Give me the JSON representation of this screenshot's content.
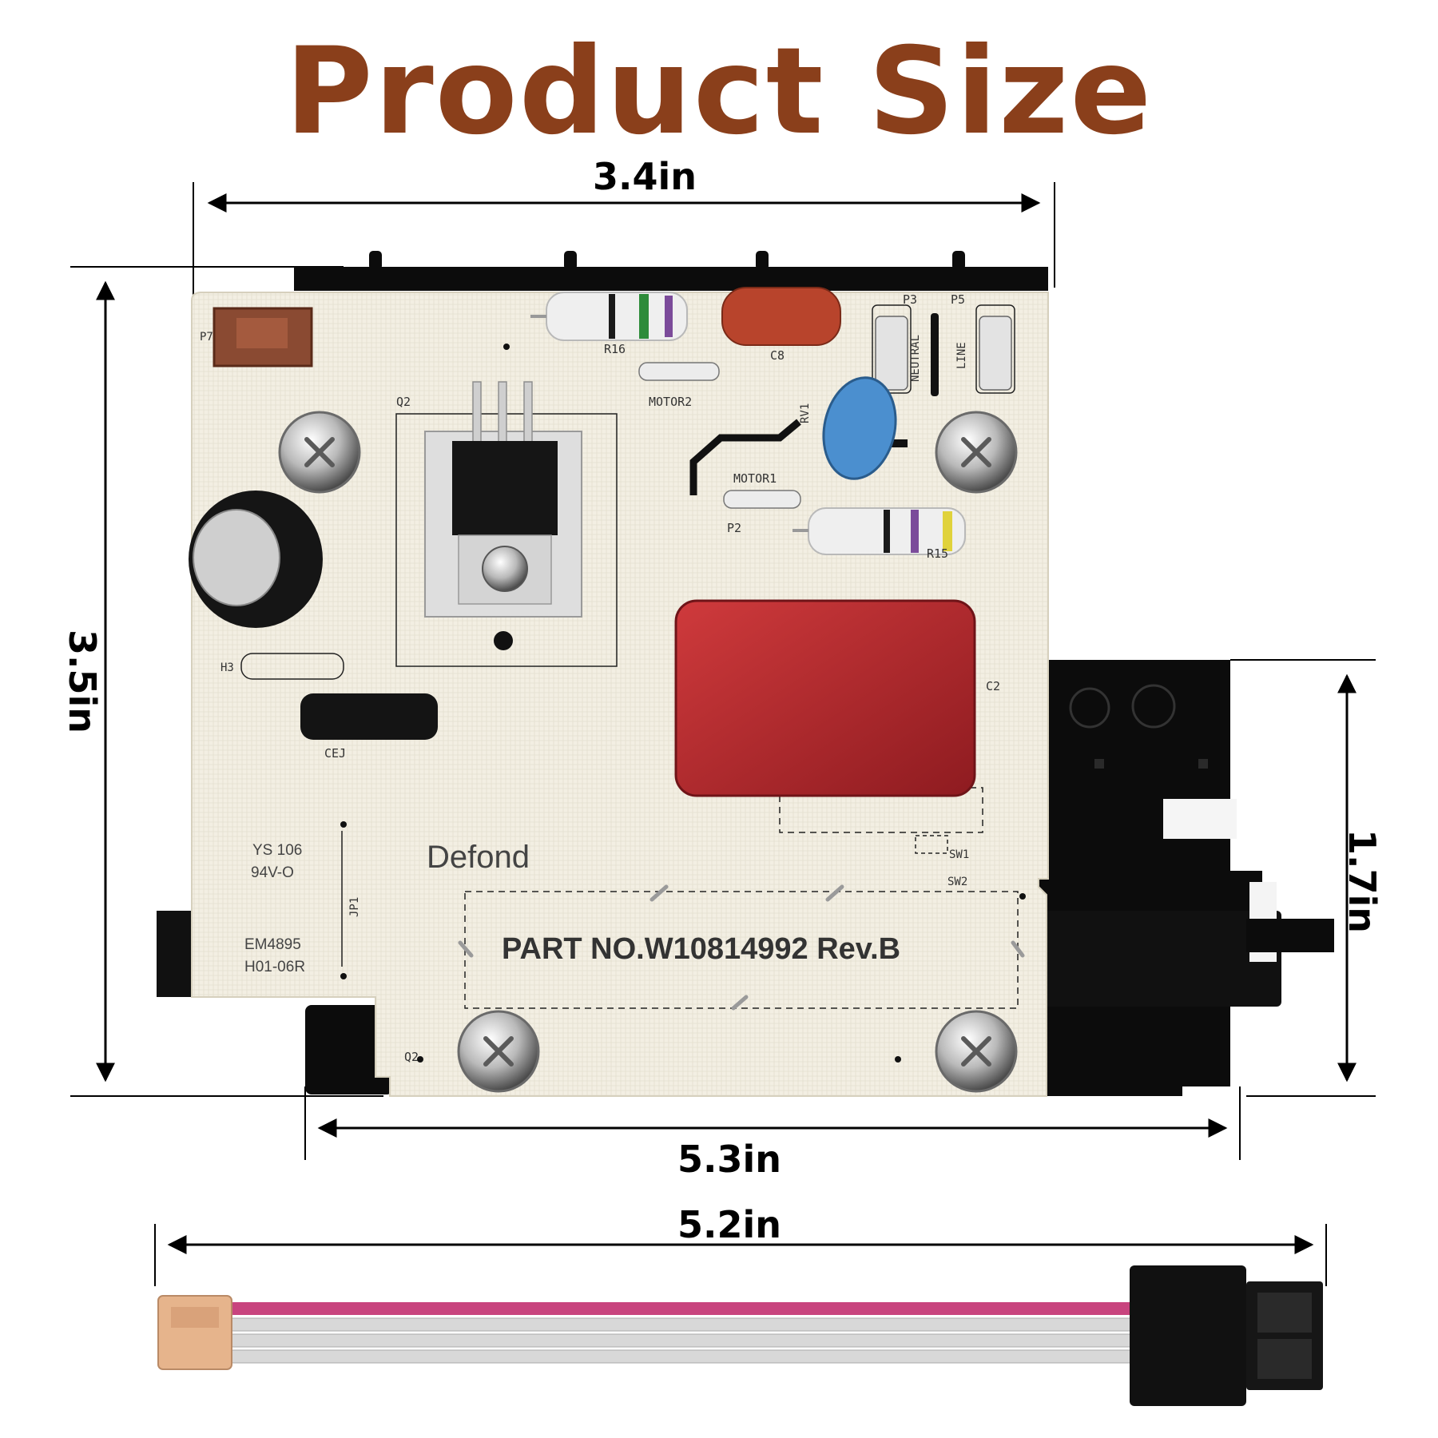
{
  "title": "Product Size",
  "colors": {
    "title": "#8a3f1b",
    "board": "#f3efe3",
    "capacitor_red": "#b0252a",
    "housing": "#0c0c0c",
    "wire_pink": "#c8447e",
    "wire_white": "#d8d8d8",
    "connector_tan": "#e6b48c"
  },
  "dimensions": {
    "width_top": "3.4in",
    "height_left": "3.5in",
    "height_right": "1.7in",
    "width_bottom": "5.3in",
    "harness_length": "5.2in"
  },
  "board": {
    "brand": "Defond",
    "part_number": "PART NO.W10814992 Rev.B",
    "marking_1": "YS 106",
    "marking_2": "94V-O",
    "marking_3": "EM4895",
    "marking_4": "H01-06R",
    "silkscreen": {
      "p7": "P7",
      "r16": "R16",
      "c8": "C8",
      "p3": "P3",
      "p5": "P5",
      "neutral": "NEUTRAL",
      "line": "LINE",
      "motor2": "MOTOR2",
      "q2_top": "Q2",
      "rv1": "RV1",
      "motor1": "MOTOR1",
      "p2": "P2",
      "r15": "R15",
      "h3": "H3",
      "c2": "C2",
      "cej": "CEJ",
      "sw1": "SW1",
      "sw2": "SW2",
      "jp1": "JP1",
      "q2_bottom": "Q2"
    }
  }
}
